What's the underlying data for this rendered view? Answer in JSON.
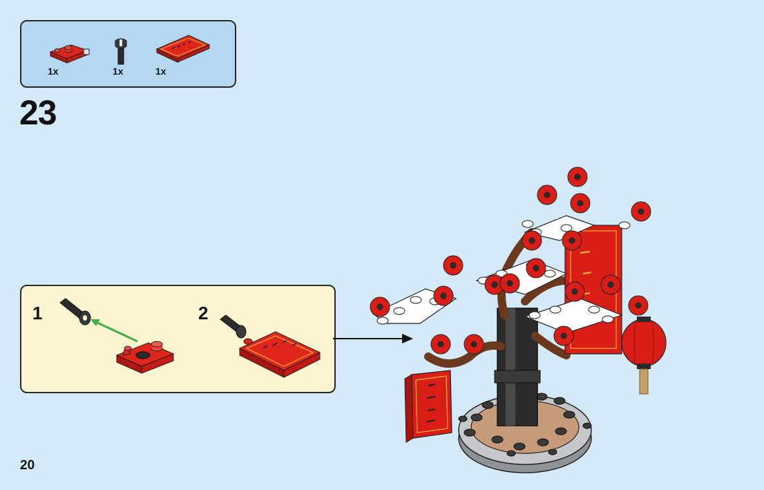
{
  "parts_list": {
    "items": [
      {
        "name": "red-plate-with-clip",
        "qty": "1x"
      },
      {
        "name": "black-clip-bar",
        "qty": "1x"
      },
      {
        "name": "red-printed-banner-tile",
        "qty": "1x"
      }
    ]
  },
  "step": {
    "number": "23"
  },
  "substeps": [
    {
      "number": "1"
    },
    {
      "number": "2"
    }
  ],
  "page": {
    "number": "20"
  },
  "colors": {
    "background": "#d4eaf8",
    "parts_box": "#b5d8f2",
    "substep_box": "#fdf5cf",
    "brick_red": "#d91e18",
    "brown": "#6b3a1e",
    "black": "#2b2b2b",
    "white": "#ffffff",
    "arrow_green": "#3fae49"
  }
}
